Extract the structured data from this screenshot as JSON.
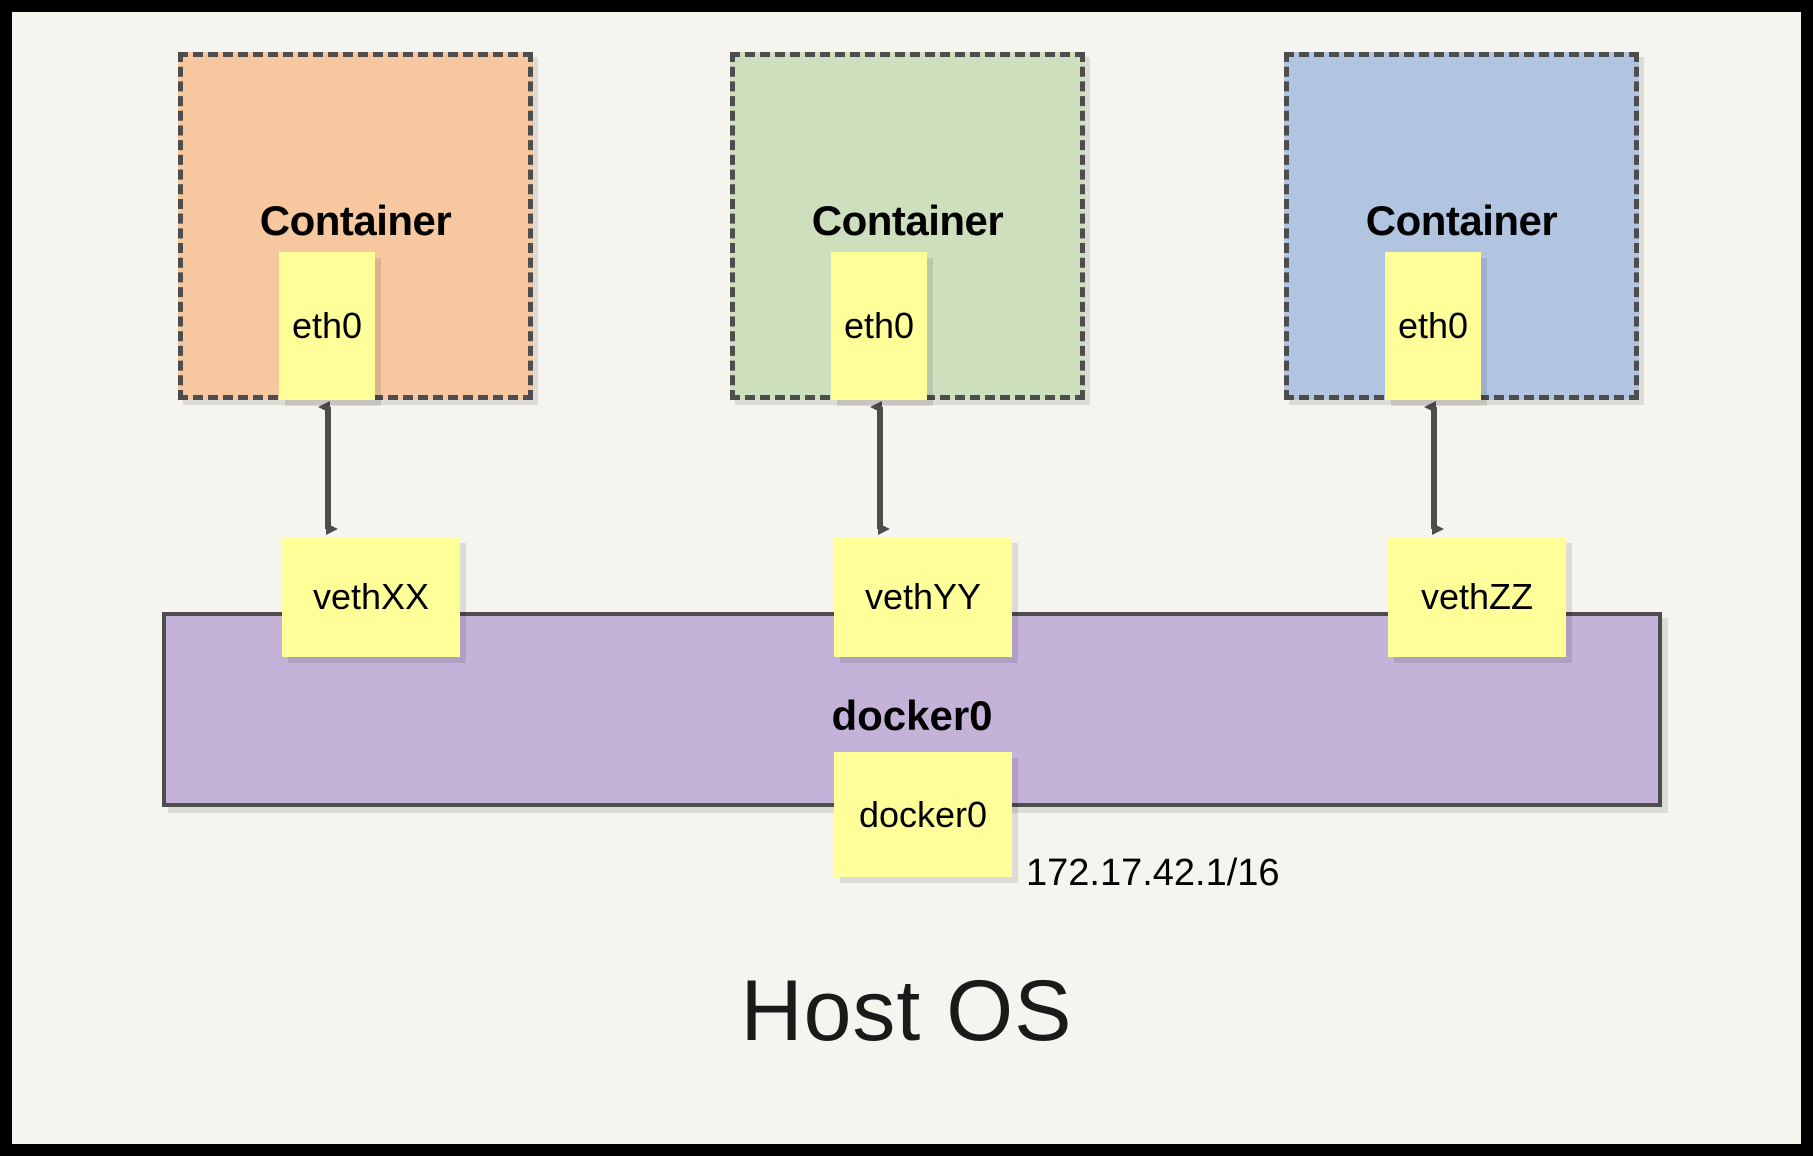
{
  "diagram": {
    "title_text": "Host OS",
    "background_color": "#f5f4ef",
    "frame_color": "#000000"
  },
  "containers": [
    {
      "label": "Container",
      "fill_color": "#f7c79f",
      "border_color": "#4d4d4d",
      "interface": {
        "label": "eth0",
        "fill_color": "#ffff99"
      }
    },
    {
      "label": "Container",
      "fill_color": "#cedfbe",
      "border_color": "#4d4d4d",
      "interface": {
        "label": "eth0",
        "fill_color": "#ffff99"
      }
    },
    {
      "label": "Container",
      "fill_color": "#b1c5e0",
      "border_color": "#4d4d4d",
      "interface": {
        "label": "eth0",
        "fill_color": "#ffff99"
      }
    }
  ],
  "veth_pairs": [
    {
      "label": "vethXX",
      "fill_color": "#ffff99"
    },
    {
      "label": "vethYY",
      "fill_color": "#ffff99"
    },
    {
      "label": "vethZZ",
      "fill_color": "#ffff99"
    }
  ],
  "bridge": {
    "label": "docker0",
    "fill_color": "#c4b2d9",
    "border_color": "#4d4d4d",
    "interface": {
      "label": "docker0",
      "fill_color": "#ffff99"
    },
    "ip_address": "172.17.42.1/16"
  },
  "connectors": {
    "arrow_color": "#4d4d4d",
    "style": "double-headed-vertical",
    "count": 3
  }
}
